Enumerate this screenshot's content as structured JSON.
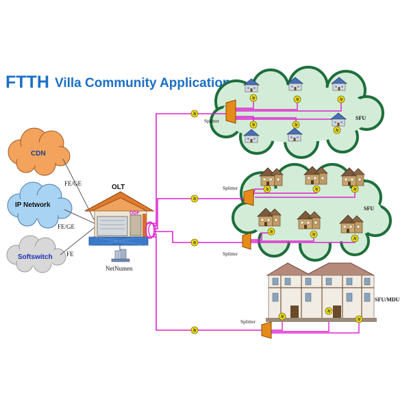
{
  "title": {
    "ftth": "FTTH",
    "subtitle": "Villa Community Application"
  },
  "clouds": {
    "cdn": "CDN",
    "ip_network": "IP Network",
    "softswitch": "Softswitch"
  },
  "links": {
    "cdn_link": "FE/GE",
    "ip_link": "FE/GE",
    "softswitch_link": "FE"
  },
  "olt": {
    "label": "OLT",
    "odf": "ODF"
  },
  "management": {
    "label": "NetNumen"
  },
  "splitters": {
    "splitter_1": "Splitter",
    "splitter_2": "Splitter",
    "splitter_3": "Splitter",
    "splitter_4": "Splitter"
  },
  "groups": {
    "group_1": "SFU",
    "group_2": "SFU",
    "group_3": "SFU/MDU"
  },
  "colors": {
    "fiber": "#e020d0",
    "title": "#1b6fc4",
    "cloud_orange": "#f4a35c",
    "cloud_blue": "#a9d3f3",
    "cloud_gray": "#d8d8d8",
    "community_cloud": "#d2ecd8",
    "community_border": "#1e6e3c",
    "splitter": "#e58b1a",
    "connector": "#f2e21c",
    "roof": "#e07a2c",
    "olt_base": "#3a78c8"
  }
}
